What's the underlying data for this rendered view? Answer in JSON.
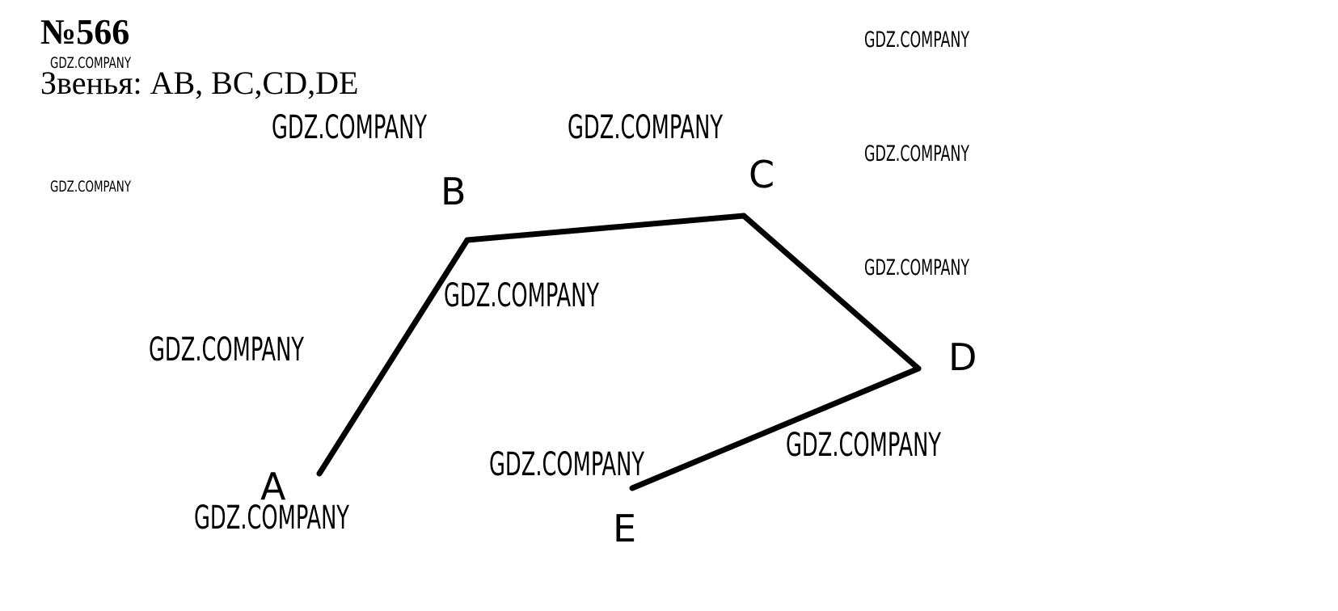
{
  "problem": {
    "number": "№566",
    "links_text": "Звенья: AB, BC,CD,DE"
  },
  "diagram": {
    "vertices": [
      {
        "id": "A",
        "label": "A"
      },
      {
        "id": "B",
        "label": "B"
      },
      {
        "id": "C",
        "label": "C"
      },
      {
        "id": "D",
        "label": "D"
      },
      {
        "id": "E",
        "label": "E"
      }
    ],
    "segments": [
      {
        "from": "A",
        "to": "B"
      },
      {
        "from": "B",
        "to": "C"
      },
      {
        "from": "C",
        "to": "D"
      },
      {
        "from": "D",
        "to": "E"
      }
    ],
    "line_color": "#000000"
  },
  "watermark": {
    "text": "GDZ.COMPANY"
  }
}
